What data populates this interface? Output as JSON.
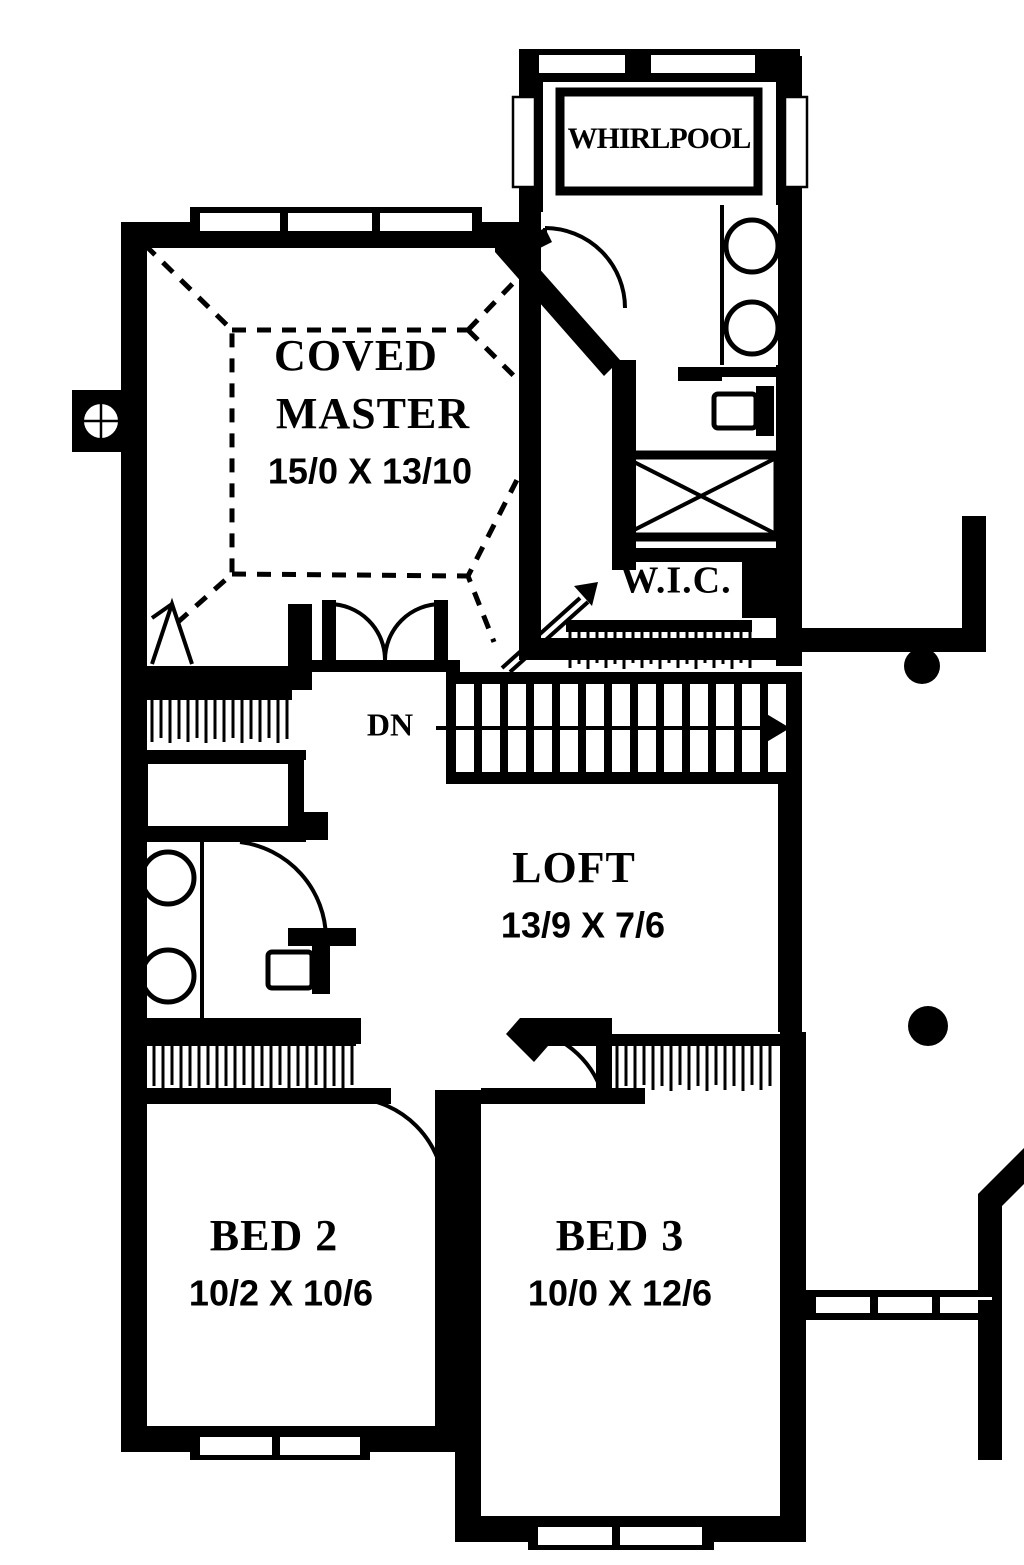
{
  "document": {
    "type": "architectural-floor-plan",
    "level": "Second Floor / Upper Floor",
    "background_color": "#ffffff",
    "line_color": "#000000"
  },
  "rooms": [
    {
      "key": "coved_master",
      "name_line1": "COVED",
      "name_line2": "MASTER",
      "dimensions": "15/0 X 13/10",
      "width_ft": "15/0",
      "depth_ft": "13/10",
      "ceiling": "coved"
    },
    {
      "key": "loft",
      "name_line1": "LOFT",
      "dimensions": "13/9 X 7/6",
      "width_ft": "13/9",
      "depth_ft": "7/6"
    },
    {
      "key": "bed2",
      "name_line1": "BED 2",
      "dimensions": "10/2 X 10/6",
      "width_ft": "10/2",
      "depth_ft": "10/6"
    },
    {
      "key": "bed3",
      "name_line1": "BED 3",
      "dimensions": "10/0 X 12/6",
      "width_ft": "10/0",
      "depth_ft": "12/6"
    }
  ],
  "labels": {
    "whirlpool": "WHIRLPOOL",
    "walk_in_closet": "W.I.C.",
    "stair_down": "DN"
  },
  "fixtures": [
    {
      "name": "whirlpool-tub",
      "room": "master-bath",
      "label": "WHIRLPOOL"
    },
    {
      "name": "double-vanity-sink",
      "room": "master-bath",
      "count": 2
    },
    {
      "name": "toilet",
      "room": "master-bath",
      "count": 1
    },
    {
      "name": "shower-stall",
      "room": "master-bath",
      "count": 1
    },
    {
      "name": "bathtub",
      "room": "hall-bath",
      "count": 1
    },
    {
      "name": "double-vanity-sink",
      "room": "hall-bath",
      "count": 2
    },
    {
      "name": "toilet",
      "room": "hall-bath",
      "count": 1
    }
  ],
  "circulation": {
    "staircase": {
      "label": "DN",
      "direction": "down",
      "tread_count": 13,
      "arrow": "right"
    },
    "railing_posts": 2
  },
  "openings": {
    "windows": [
      {
        "location": "master-bedroom-north",
        "panes": 3
      },
      {
        "location": "master-bath-north",
        "panes": 2
      },
      {
        "location": "master-bath-west",
        "panes": 1
      },
      {
        "location": "master-bath-east",
        "panes": 1
      },
      {
        "location": "bed2-south",
        "panes": 2
      },
      {
        "location": "bed3-south",
        "panes": 2
      },
      {
        "location": "lower-right-bay",
        "panes": 3
      }
    ],
    "doors": [
      {
        "location": "master-to-hall",
        "type": "double-swing"
      },
      {
        "location": "master-to-bath",
        "type": "single-swing"
      },
      {
        "location": "hall-bath",
        "type": "single-swing"
      },
      {
        "location": "loft-to-bed2",
        "type": "single-swing"
      },
      {
        "location": "loft-to-bed3",
        "type": "single-swing"
      },
      {
        "location": "wic",
        "type": "bifold"
      }
    ]
  }
}
